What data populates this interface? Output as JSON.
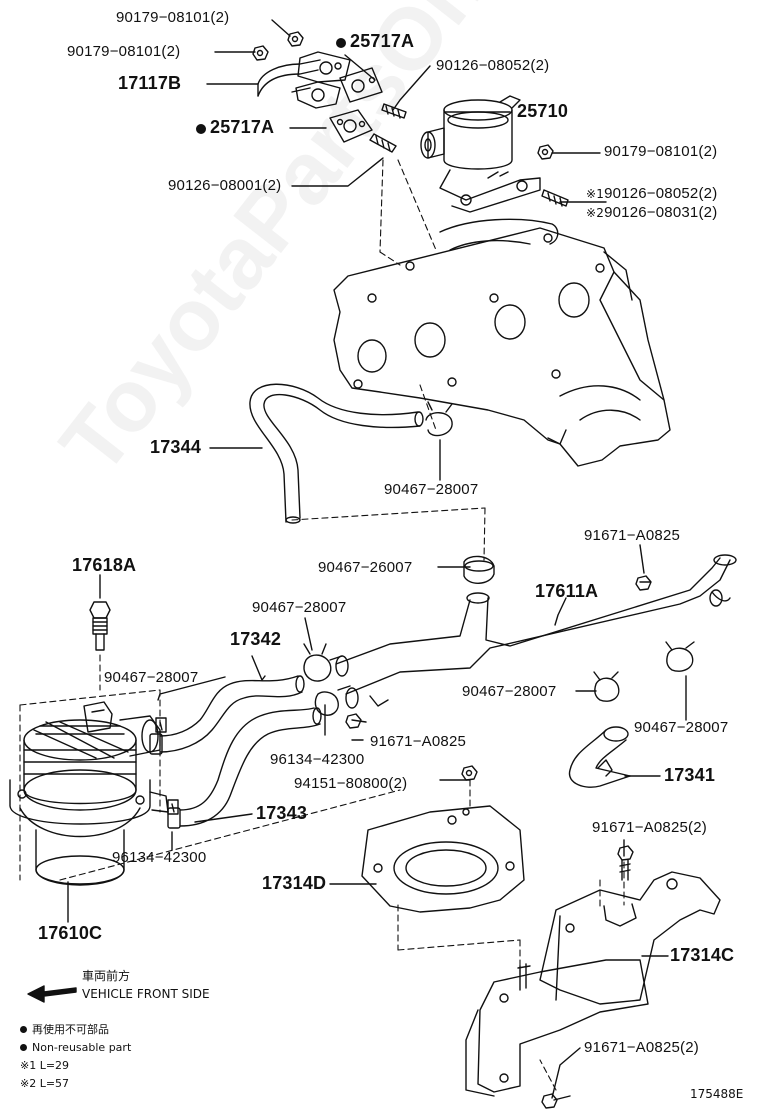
{
  "diagram": {
    "fig_number": "175488E",
    "watermark": "ToyotaPartsOnline.ru",
    "front": {
      "jp": "車両前方",
      "en": "VEHICLE FRONT SIDE"
    },
    "legend": {
      "jp": "再使用不可部品",
      "en": "Non-reusable part",
      "note1": "※1 L=29",
      "note2": "※2 L=57"
    },
    "callouts": {
      "c90179a": "90179−08101(2)",
      "c90179b": "90179−08101(2)",
      "c25717a_top": "25717A",
      "c17117b": "17117B",
      "c90126_08052": "90126−08052(2)",
      "c25710": "25710",
      "c25717a_left": "25717A",
      "c90179c": "90179−08101(2)",
      "c90126_08001": "90126−08001(2)",
      "c90126_08052b": "90126−08052(2)",
      "c90126_08031": "90126−08031(2)",
      "mark1": "※1",
      "mark2": "※2",
      "c17344": "17344",
      "c90467_28007a": "90467−28007",
      "c91671_a0825a": "91671−A0825",
      "c17618a": "17618A",
      "c90467_26007": "90467−26007",
      "c17611a": "17611A",
      "c90467_28007b": "90467−28007",
      "c17342": "17342",
      "c90467_28007c": "90467−28007",
      "c90467_28007d": "90467−28007",
      "c90467_28007e": "90467−28007",
      "c96134_42300a": "96134−42300",
      "c91671_a0825b": "91671−A0825",
      "c94151": "94151−80800(2)",
      "c17341": "17341",
      "c17343": "17343",
      "c96134_42300b": "96134−42300",
      "c91671_a0825c": "91671−A0825(2)",
      "c17314d": "17314D",
      "c17610c": "17610C",
      "c17314c": "17314C",
      "c91671_a0825d": "91671−A0825(2)"
    }
  }
}
